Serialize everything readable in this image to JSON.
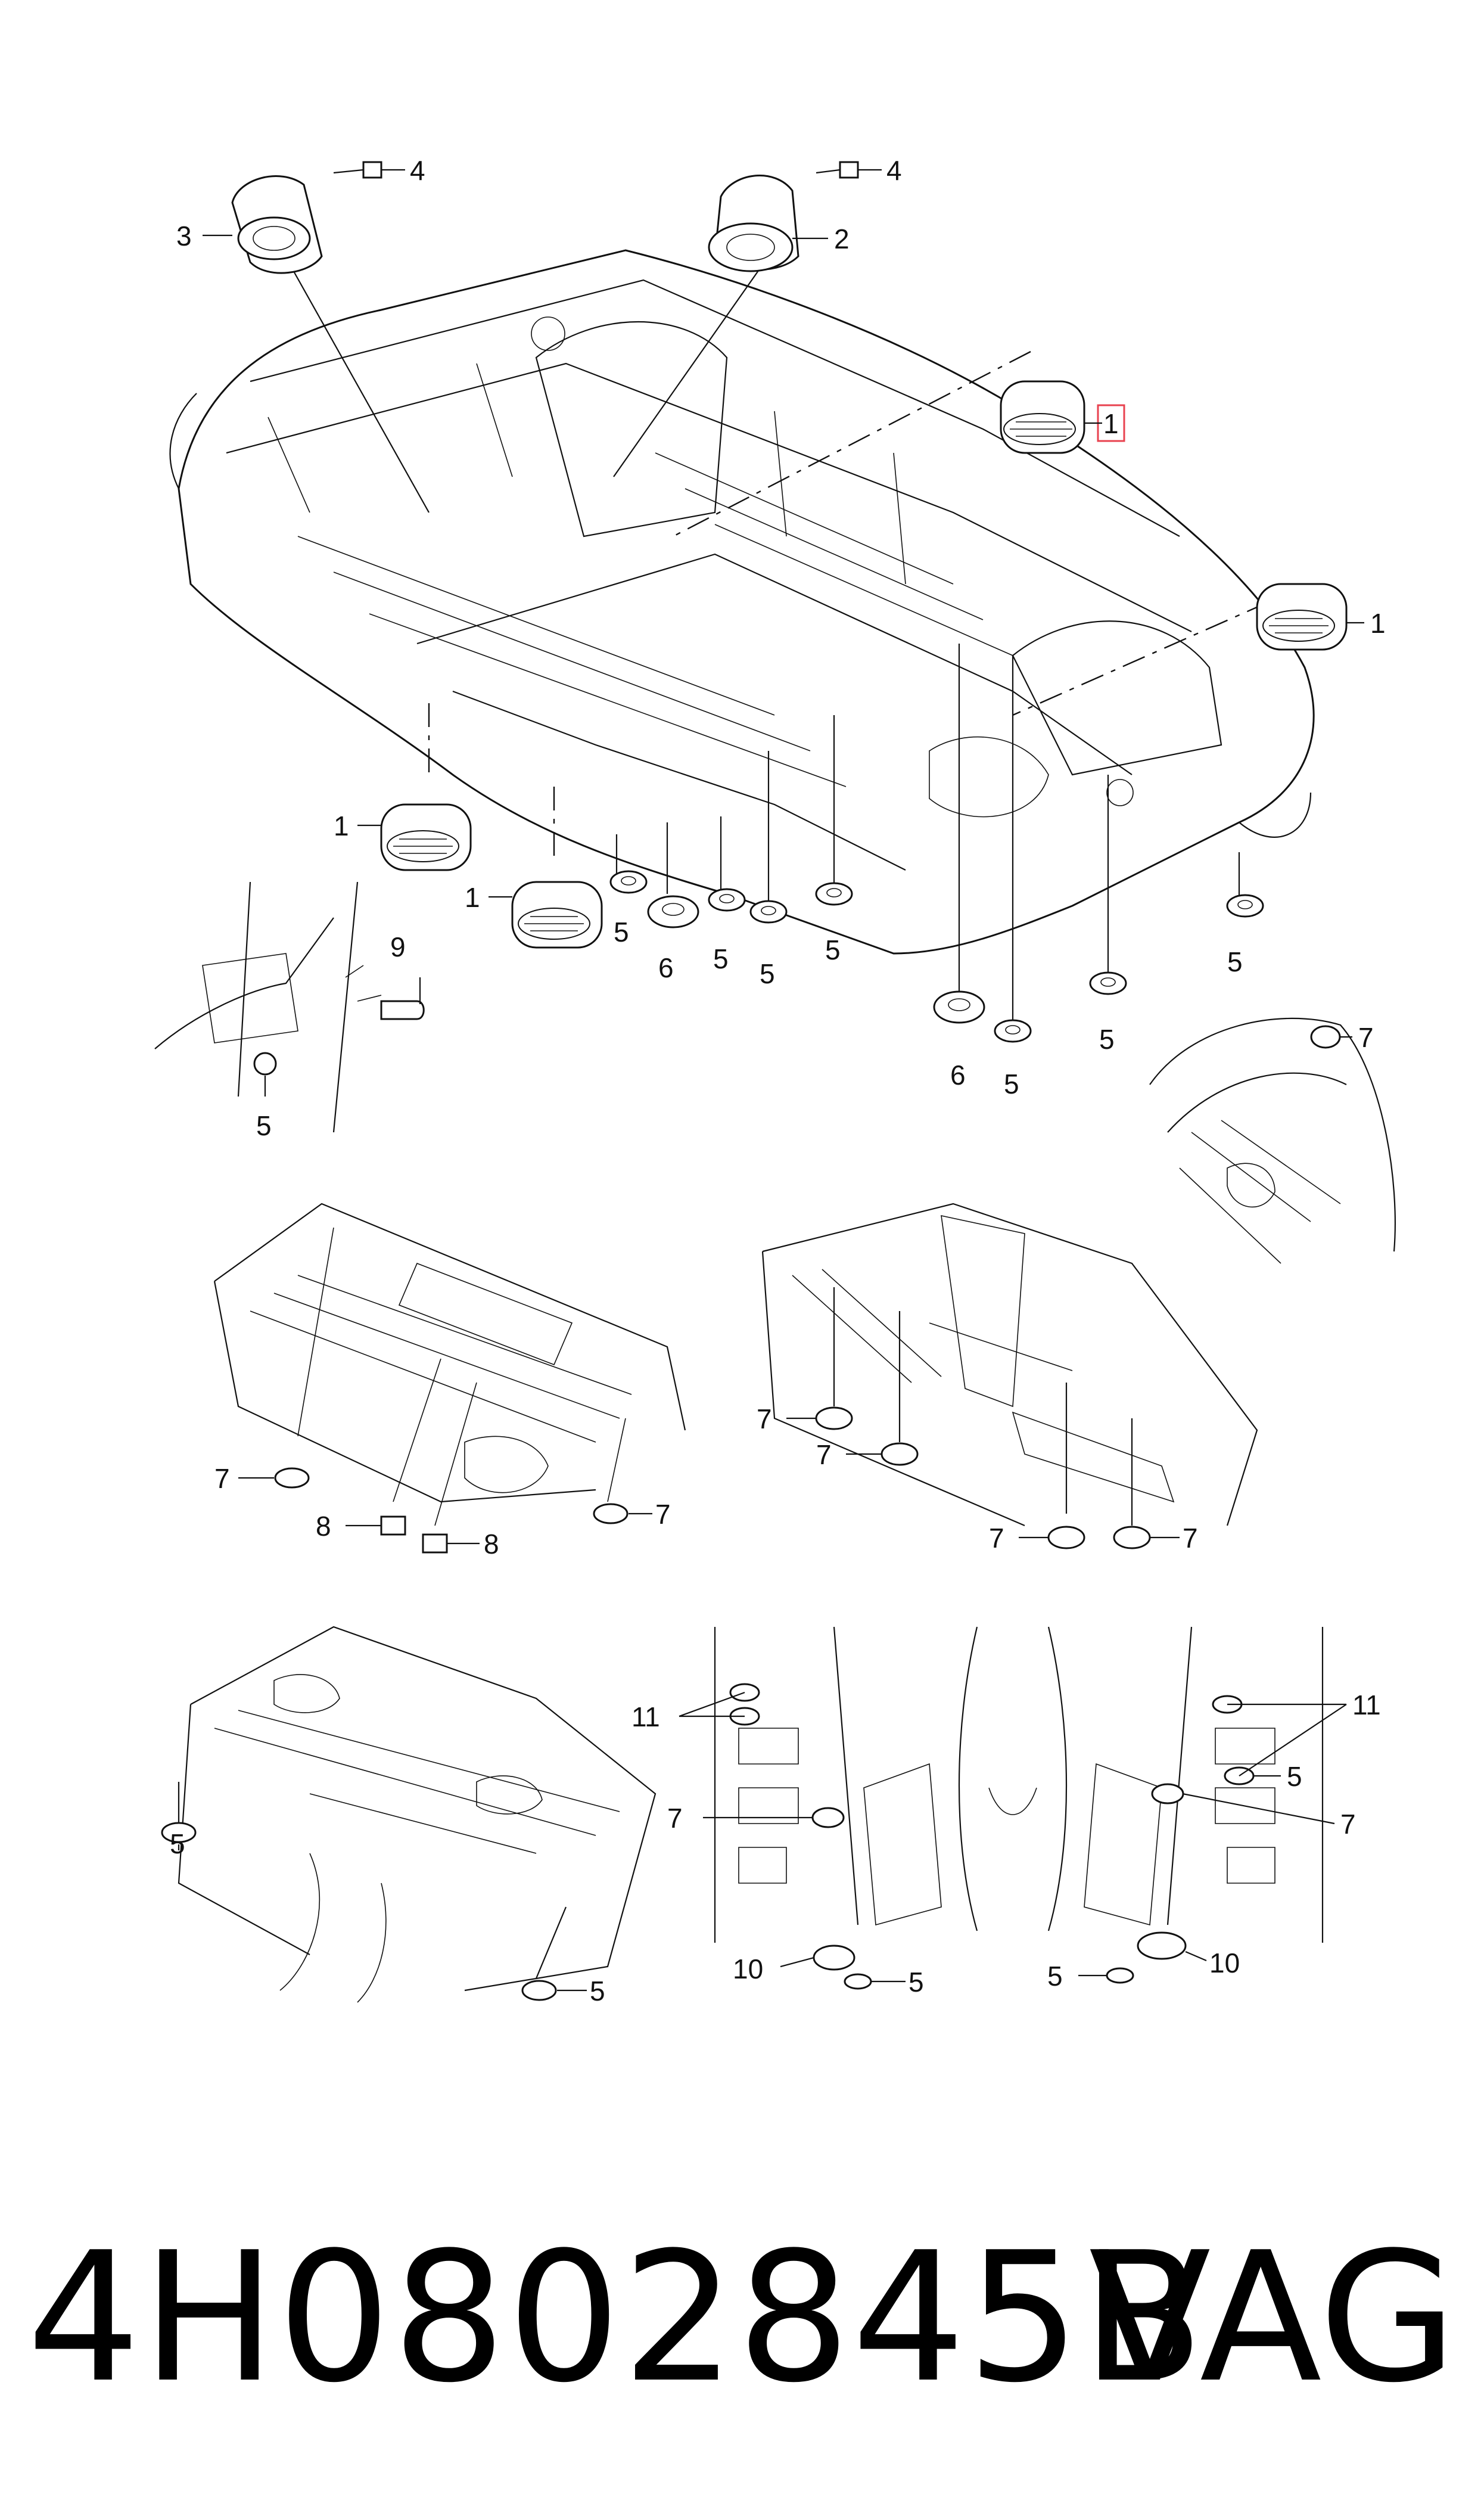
{
  "callouts": {
    "c1a": "1",
    "c1b": "1",
    "c1c": "1",
    "c1d": "1",
    "c2": "2",
    "c3": "3",
    "c4a": "4",
    "c4b": "4",
    "c5a": "5",
    "c5b": "5",
    "c5c": "5",
    "c5d": "5",
    "c5e": "5",
    "c5f": "5",
    "c5g": "5",
    "c5h": "5",
    "c5i": "5",
    "c5j": "5",
    "c5k": "5",
    "c5l": "5",
    "c5m": "5",
    "c6a": "6",
    "c6b": "6",
    "c7a": "7",
    "c7b": "7",
    "c7c": "7",
    "c7d": "7",
    "c7e": "7",
    "c7f": "7",
    "c7g": "7",
    "c7h": "7",
    "c7i": "7",
    "c8a": "8",
    "c8b": "8",
    "c9": "9",
    "c10a": "10",
    "c10b": "10",
    "c11a": "11",
    "c11b": "11"
  },
  "footer": {
    "part_number": "4H0802845B",
    "brand": "VAG"
  },
  "colors": {
    "line": "#111111",
    "highlight": "#e8424f",
    "background": "#ffffff"
  },
  "highlighted_item": "1"
}
